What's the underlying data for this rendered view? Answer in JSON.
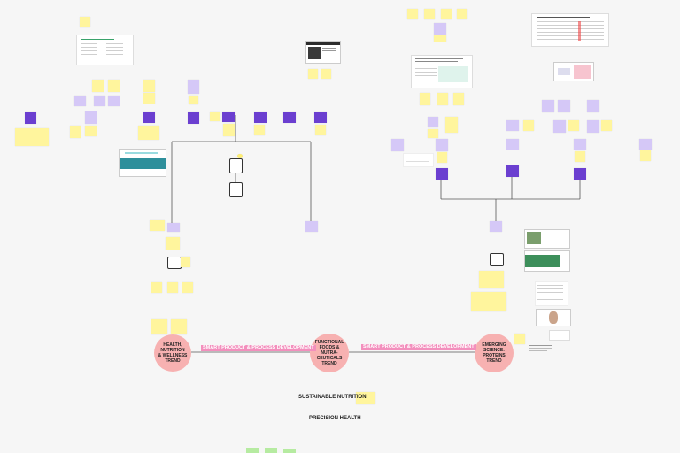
{
  "board": {
    "circles": [
      {
        "id": "health",
        "label": "HEALTH,\nNUTRITION\n& WELLNESS\nTREND"
      },
      {
        "id": "functional",
        "label": "FUNCTIONAL\nFOODS &\nNUTRA-\nCEUTICALS\nTREND"
      },
      {
        "id": "emerging",
        "label": "EMERGING\nSCIENCE:\nPROTEINS\nTREND"
      }
    ],
    "connectors": [
      {
        "id": "left",
        "label": "SMART PRODUCT & PROCESS DEVELOPMENT"
      },
      {
        "id": "right",
        "label": "SMART PRODUCT & PROCESS DEVELOPMENT"
      }
    ],
    "headings": {
      "sustainable": "SUSTAINABLE NUTRITION",
      "precision": "PRECISION HEALTH"
    }
  },
  "colors": {
    "sticky": "#fff59d",
    "card_light": "#d5c8f7",
    "card_dark": "#6b3fd0",
    "circle": "#f7b1b1",
    "connector_label": "#f38fbd",
    "green_tile": "#b6eba1",
    "background": "#f6f6f6"
  }
}
